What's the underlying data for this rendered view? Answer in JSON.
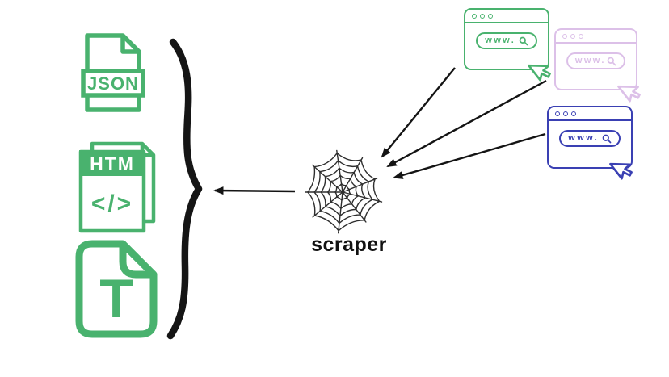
{
  "colors": {
    "green": "#49b26e",
    "pink": "#dcc0e8",
    "blue": "#3a40b3",
    "ink": "#141414",
    "web": "#2e2e2e"
  },
  "diagram": {
    "scraper_label": "scraper",
    "outputs": [
      {
        "type": "json-file",
        "label": "JSON"
      },
      {
        "type": "html-file",
        "label": "HTM",
        "code": "</>"
      },
      {
        "type": "text-file",
        "label": "T"
      }
    ],
    "browsers": [
      {
        "theme": "green",
        "address": "www."
      },
      {
        "theme": "pink",
        "address": "www."
      },
      {
        "theme": "blue",
        "address": "www."
      }
    ]
  }
}
